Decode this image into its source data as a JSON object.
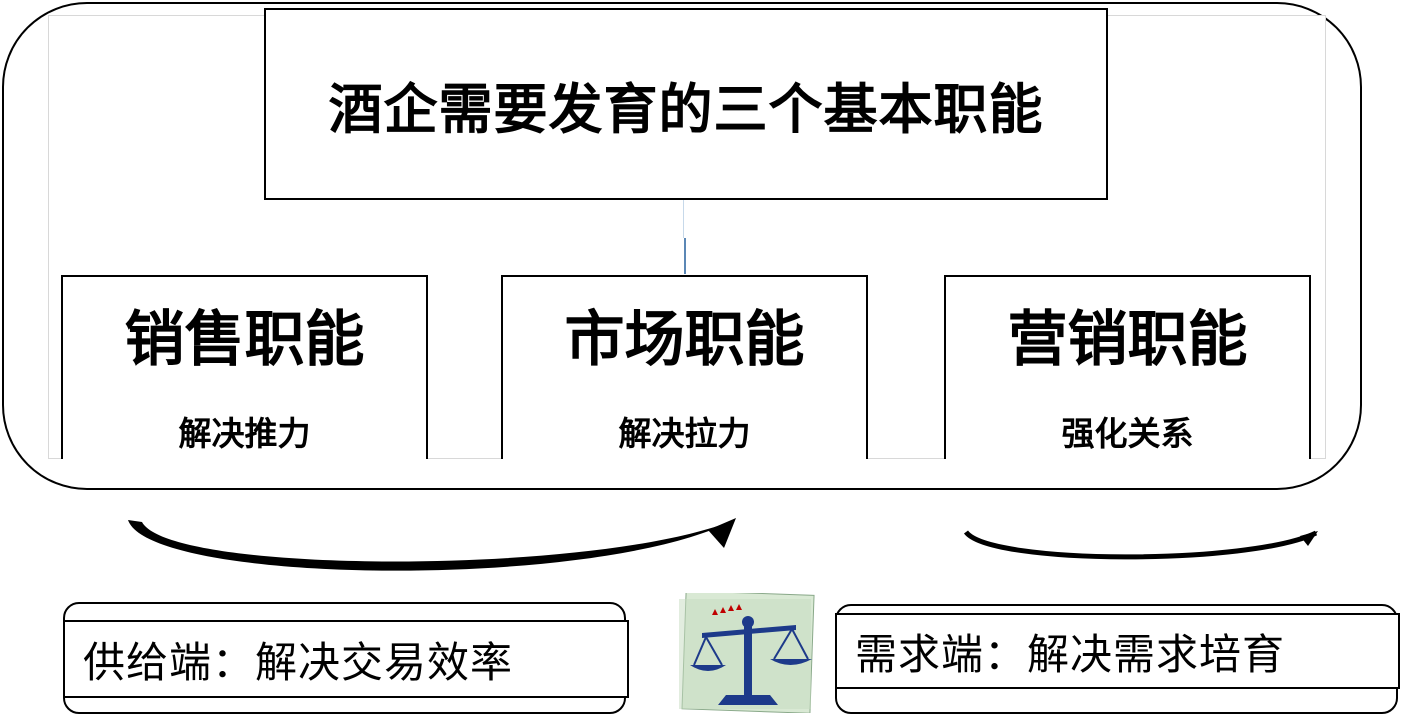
{
  "diagram": {
    "title": "酒企需要发育的三个基本职能",
    "functions": [
      {
        "name": "销售职能",
        "role": "解决推力"
      },
      {
        "name": "市场职能",
        "role": "解决拉力"
      },
      {
        "name": "营销职能",
        "role": "强化关系"
      }
    ],
    "supply_side": "供给端：解决交易效率",
    "demand_side": "需求端：解决需求培育",
    "scale_icon": "balance-scale-icon"
  }
}
